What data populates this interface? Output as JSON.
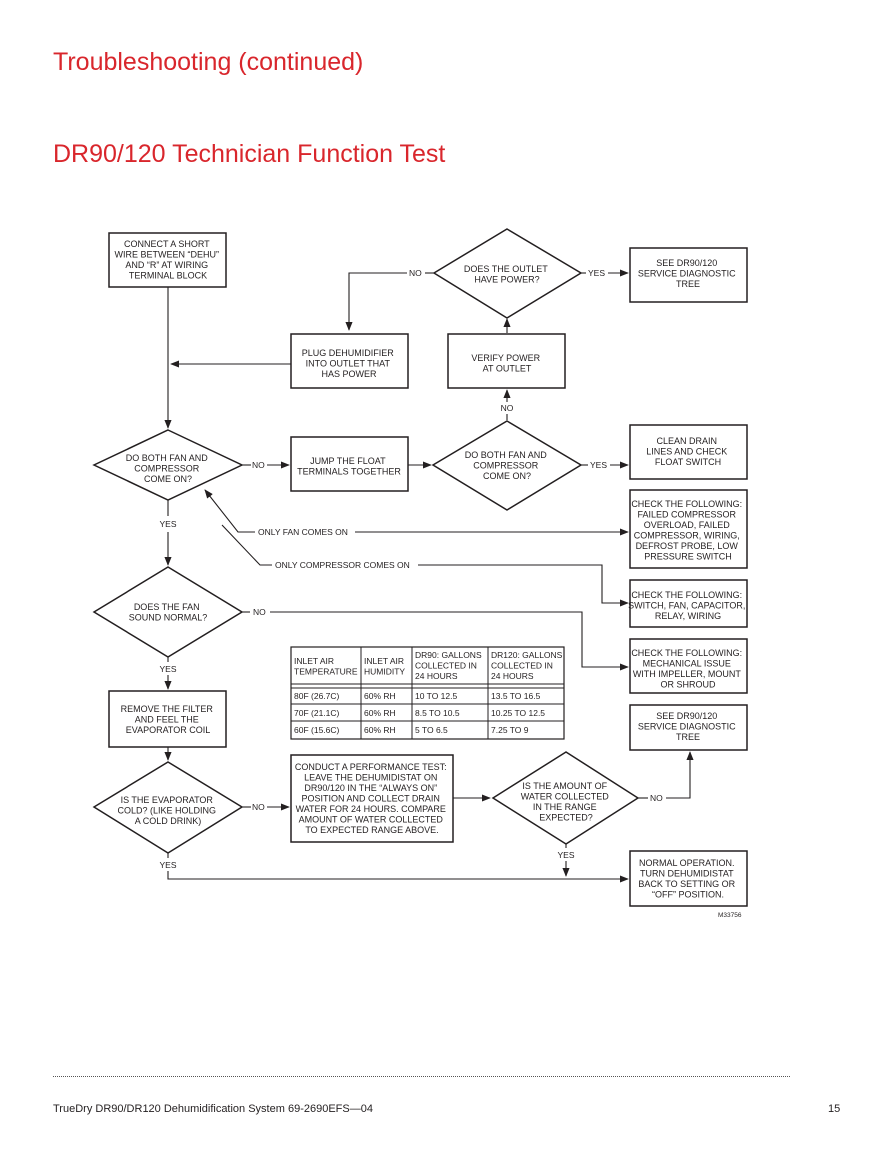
{
  "header": {
    "title": "Troubleshooting (continued)",
    "subtitle": "DR90/120 Technician Function Test"
  },
  "flow": {
    "connect_wire": [
      "CONNECT A SHORT",
      "WIRE BETWEEN “DEHU”",
      "AND “R” AT WIRING",
      "TERMINAL BLOCK"
    ],
    "outlet_power": [
      "DOES THE OUTLET",
      "HAVE POWER?"
    ],
    "see_tree_1": [
      "SEE DR90/120",
      "SERVICE DIAGNOSTIC",
      "TREE"
    ],
    "plug_in": [
      "PLUG DEHUMIDIFIER",
      "INTO OUTLET THAT",
      "HAS POWER"
    ],
    "verify_power": [
      "VERIFY POWER",
      "AT OUTLET"
    ],
    "fan_comp_1": [
      "DO BOTH FAN AND",
      "COMPRESSOR",
      "COME ON?"
    ],
    "jump_float": [
      "JUMP THE FLOAT",
      "TERMINALS TOGETHER"
    ],
    "fan_comp_2": [
      "DO BOTH FAN AND",
      "COMPRESSOR",
      "COME ON?"
    ],
    "clean_drain": [
      "CLEAN DRAIN",
      "LINES AND CHECK",
      "FLOAT SWITCH"
    ],
    "check_compressor": [
      "CHECK THE FOLLOWING:",
      "FAILED COMPRESSOR",
      "OVERLOAD, FAILED",
      "COMPRESSOR, WIRING,",
      "DEFROST PROBE, LOW",
      "PRESSURE SWITCH"
    ],
    "only_fan": "ONLY FAN COMES ON",
    "only_compressor": "ONLY COMPRESSOR COMES ON",
    "check_switch": [
      "CHECK THE FOLLOWING:",
      "SWITCH, FAN, CAPACITOR,",
      "RELAY, WIRING"
    ],
    "fan_sound": [
      "DOES THE FAN",
      "SOUND NORMAL?"
    ],
    "check_mechanical": [
      "CHECK THE FOLLOWING:",
      "MECHANICAL ISSUE",
      "WITH IMPELLER, MOUNT",
      "OR SHROUD"
    ],
    "remove_filter": [
      "REMOVE THE FILTER",
      "AND FEEL THE",
      "EVAPORATOR COIL"
    ],
    "see_tree_2": [
      "SEE DR90/120",
      "SERVICE DIAGNOSTIC",
      "TREE"
    ],
    "evap_cold": [
      "IS THE EVAPORATOR",
      "COLD? (LIKE HOLDING",
      "A COLD DRINK)"
    ],
    "perf_test": [
      "CONDUCT A PERFORMANCE TEST:",
      "LEAVE THE DEHUMIDISTAT ON",
      "DR90/120 IN THE “ALWAYS ON”",
      "POSITION AND COLLECT DRAIN",
      "WATER FOR 24 HOURS. COMPARE",
      "AMOUNT OF WATER COLLECTED",
      "TO EXPECTED RANGE ABOVE."
    ],
    "water_range": [
      "IS THE AMOUNT OF",
      "WATER COLLECTED",
      "IN THE RANGE",
      "EXPECTED?"
    ],
    "normal_op": [
      "NORMAL OPERATION.",
      "TURN DEHUMIDISTAT",
      "BACK TO SETTING OR",
      "“OFF” POSITION."
    ],
    "yes": "YES",
    "no": "NO",
    "figure_id": "M33756"
  },
  "table": {
    "headers": [
      [
        "INLET AIR",
        "TEMPERATURE"
      ],
      [
        "INLET AIR",
        "HUMIDITY"
      ],
      [
        "DR90: GALLONS",
        "COLLECTED IN",
        "24 HOURS"
      ],
      [
        "DR120: GALLONS",
        "COLLECTED IN",
        "24 HOURS"
      ]
    ],
    "rows": [
      [
        "80F (26.7C)",
        "60% RH",
        "10 TO 12.5",
        "13.5 TO 16.5"
      ],
      [
        "70F (21.1C)",
        "60% RH",
        "8.5 TO 10.5",
        "10.25 TO 12.5"
      ],
      [
        "60F (15.6C)",
        "60% RH",
        "5 TO 6.5",
        "7.25 TO 9"
      ]
    ]
  },
  "footer": {
    "doc": "TrueDry DR90/DR120 Dehumidification System   69-2690EFS—04",
    "page": "15"
  }
}
